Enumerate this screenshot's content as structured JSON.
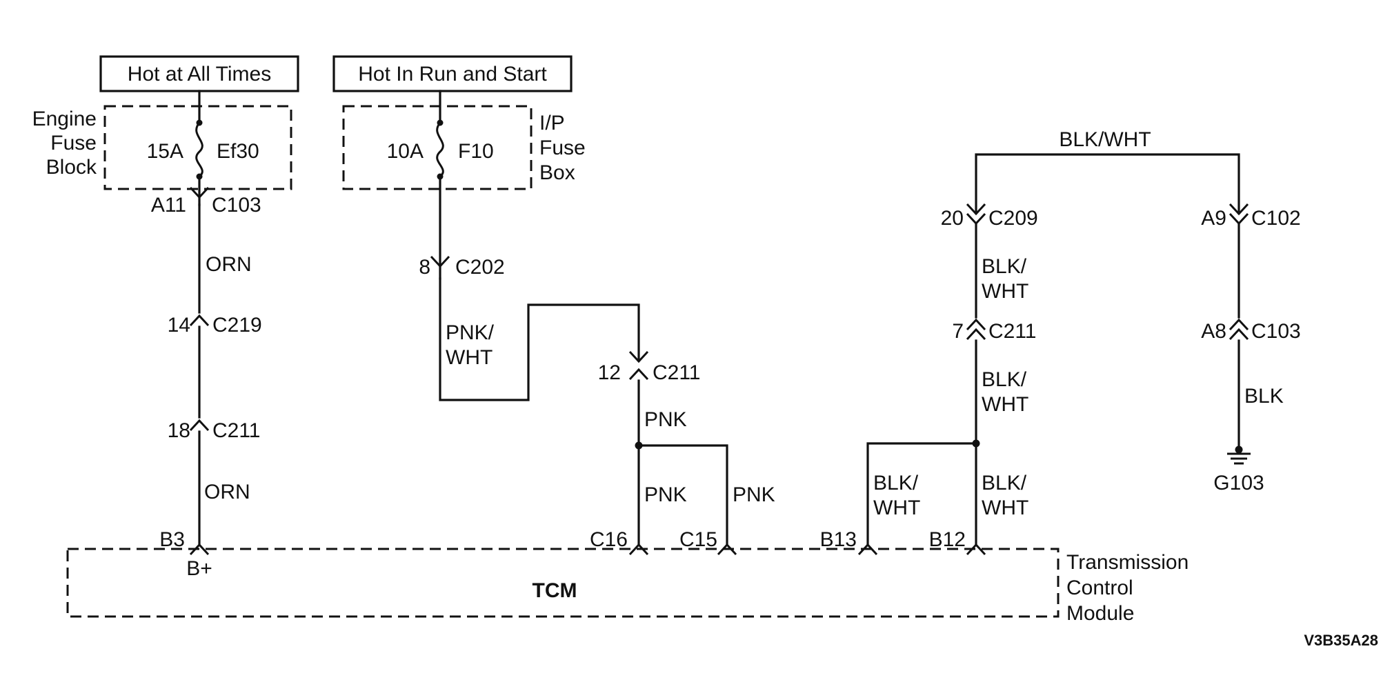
{
  "power_sources": {
    "hot_all_times": "Hot at All Times",
    "hot_run_start": "Hot In Run and Start"
  },
  "fuse_blocks": {
    "engine": {
      "name_line1": "Engine",
      "name_line2": "Fuse",
      "name_line3": "Block",
      "fuse_rating": "15A",
      "fuse_id": "Ef30"
    },
    "ip": {
      "name_line1": "I/P",
      "name_line2": "Fuse",
      "name_line3": "Box",
      "fuse_rating": "10A",
      "fuse_id": "F10"
    }
  },
  "connectors": {
    "a11": {
      "pin": "A11",
      "conn": "C103"
    },
    "c219": {
      "pin": "14",
      "conn": "C219"
    },
    "c211_18": {
      "pin": "18",
      "conn": "C211"
    },
    "c202": {
      "pin": "8",
      "conn": "C202"
    },
    "c211_12": {
      "pin": "12",
      "conn": "C211"
    },
    "c209": {
      "pin": "20",
      "conn": "C209"
    },
    "c211_7": {
      "pin": "7",
      "conn": "C211"
    },
    "c102": {
      "pin": "A9",
      "conn": "C102"
    },
    "c103_a8": {
      "pin": "A8",
      "conn": "C103"
    }
  },
  "wires": {
    "orn": "ORN",
    "pnk": "PNK",
    "pnk_wht_1": "PNK/",
    "pnk_wht_2": "WHT",
    "blk_wht": "BLK/WHT",
    "blk_wht_1": "BLK/",
    "blk_wht_2": "WHT",
    "blk": "BLK"
  },
  "ground": "G103",
  "tcm_pins": {
    "b3": "B3",
    "bplus": "B+",
    "c16": "C16",
    "c15": "C15",
    "b13": "B13",
    "b12": "B12"
  },
  "module": {
    "abbr": "TCM",
    "name_line1": "Transmission",
    "name_line2": "Control",
    "name_line3": "Module"
  },
  "diagram_code": "V3B35A28"
}
